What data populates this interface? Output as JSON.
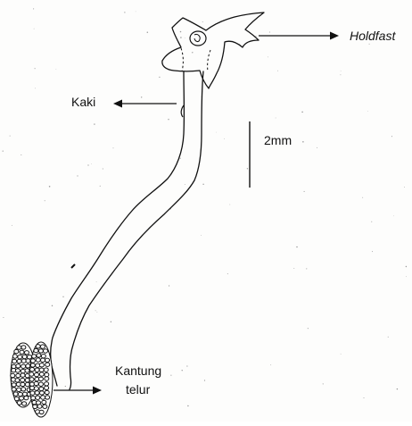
{
  "labels": {
    "holdfast": "Holdfast",
    "kaki": "Kaki",
    "scale_bar": "2mm",
    "egg_sac_line1": "Kantung",
    "egg_sac_line2": "telur"
  },
  "colors": {
    "ink": "#111111",
    "paper": "#fdfdfc",
    "speckle": "#9a9a9a"
  }
}
